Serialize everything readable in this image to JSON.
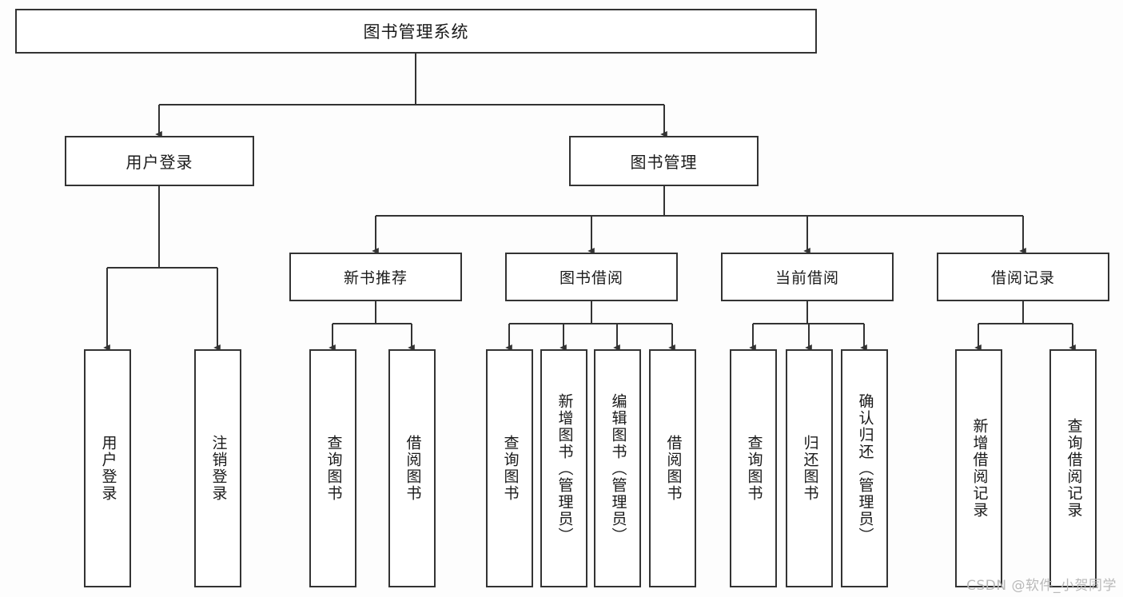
{
  "diagram": {
    "title": "图书管理系统",
    "type": "tree-hierarchy",
    "watermark": "CSDN @软件_小贺同学",
    "colors": {
      "line": "#333333",
      "box_border": "#333333",
      "box_fill": "#ffffff",
      "text": "#1a1a1a",
      "background": "#fdfdfd",
      "watermark": "#b9b9b9"
    },
    "root": {
      "label": "图书管理系统"
    },
    "level1": [
      {
        "label": "用户登录"
      },
      {
        "label": "图书管理"
      }
    ],
    "level2": [
      {
        "label": "新书推荐"
      },
      {
        "label": "图书借阅"
      },
      {
        "label": "当前借阅"
      },
      {
        "label": "借阅记录"
      }
    ],
    "leaves": {
      "user_login": [
        {
          "label": "用户登录"
        },
        {
          "label": "注销登录"
        }
      ],
      "new_book_recommend": [
        {
          "label": "查询图书"
        },
        {
          "label": "借阅图书"
        }
      ],
      "book_borrow": [
        {
          "label": "查询图书"
        },
        {
          "label": "新增图书（管理员）"
        },
        {
          "label": "编辑图书（管理员）"
        },
        {
          "label": "借阅图书"
        }
      ],
      "current_borrow": [
        {
          "label": "查询图书"
        },
        {
          "label": "归还图书"
        },
        {
          "label": "确认归还（管理员）"
        }
      ],
      "borrow_record": [
        {
          "label": "新增借阅记录"
        },
        {
          "label": "查询借阅记录"
        }
      ]
    }
  }
}
